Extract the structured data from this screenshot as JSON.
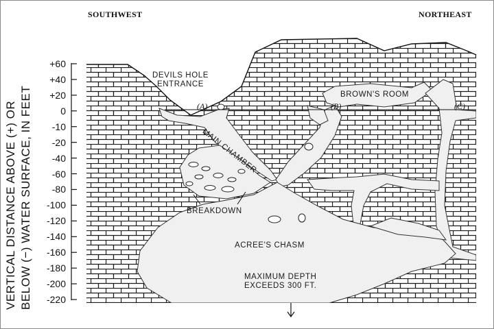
{
  "directions": {
    "left": "SOUTHWEST",
    "right": "NORTHEAST"
  },
  "y_axis": {
    "label_line1": "VERTICAL DISTANCE ABOVE (+) OR",
    "label_line2": "BELOW (−) WATER SURFACE, IN FEET",
    "ticks": [
      "+60",
      "+40",
      "+20",
      "0",
      "-10",
      "-20",
      "-40",
      "-60",
      "-80",
      "-100",
      "-120",
      "-140",
      "-160",
      "-180",
      "-200",
      "-220"
    ]
  },
  "labels": {
    "entrance": "DEVILS HOLE\nENTRANCE",
    "main_chamber": "MAIN CHAMBER",
    "browns_room": "BROWN'S ROOM",
    "breakdown": "BREAKDOWN",
    "acrees_chasm": "ACREE'S CHASM",
    "max_depth": "MAXIMUM DEPTH\nEXCEEDS 300 FT.",
    "point_a": "(A)",
    "point_b": "(B)",
    "point_c": "(C)"
  },
  "colors": {
    "rock_fill": "#ffffff",
    "brick_line": "#1a1a1a",
    "cave": "#f0f0f0"
  }
}
